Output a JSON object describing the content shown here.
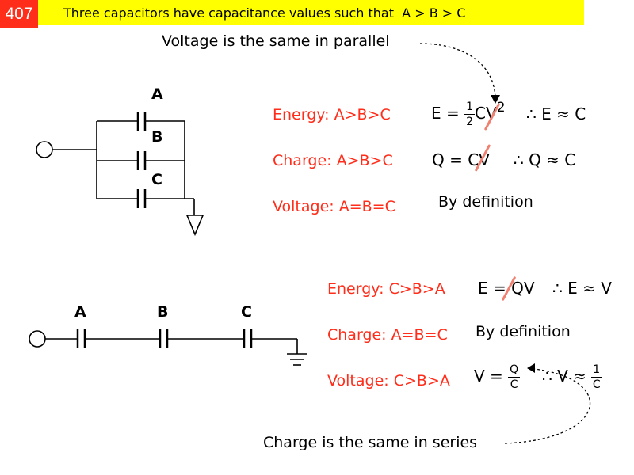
{
  "header": {
    "slide_number": "407",
    "title": "Three capacitors have capacitance values such that  A > B > C"
  },
  "parallel": {
    "note": "Voltage is the same in parallel",
    "labels": {
      "a": "A",
      "b": "B",
      "c": "C"
    },
    "rows": [
      {
        "label": "Energy: A>B>C",
        "eq_lhs": "E",
        "eq_op": "=",
        "frac_num": "1",
        "frac_den": "2",
        "eq_mid": "CV",
        "eq_sup": "2",
        "conclusion": "∴ E ≈ C"
      },
      {
        "label": "Charge: A>B>C",
        "eq": "Q = CV",
        "conclusion": "∴ Q ≈ C"
      },
      {
        "label": "Voltage: A=B=C",
        "reason": "By definition"
      }
    ]
  },
  "series": {
    "note": "Charge is the same in series",
    "labels": {
      "a": "A",
      "b": "B",
      "c": "C"
    },
    "rows": [
      {
        "label": "Energy: C>B>A",
        "eq": "E = QV",
        "conclusion": "∴ E ≈ V"
      },
      {
        "label": "Charge: A=B=C",
        "reason": "By definition"
      },
      {
        "label": "Voltage: C>B>A",
        "eq_lhs": "V",
        "eq_op": "=",
        "frac_num": "Q",
        "frac_den": "C",
        "conclusion_lhs": "∴ V ≈",
        "conclusion_num": "1",
        "conclusion_den": "C"
      }
    ]
  },
  "colors": {
    "accent": "#ff2d1a",
    "title_bg": "#ffff00",
    "strike": "#f08070"
  }
}
